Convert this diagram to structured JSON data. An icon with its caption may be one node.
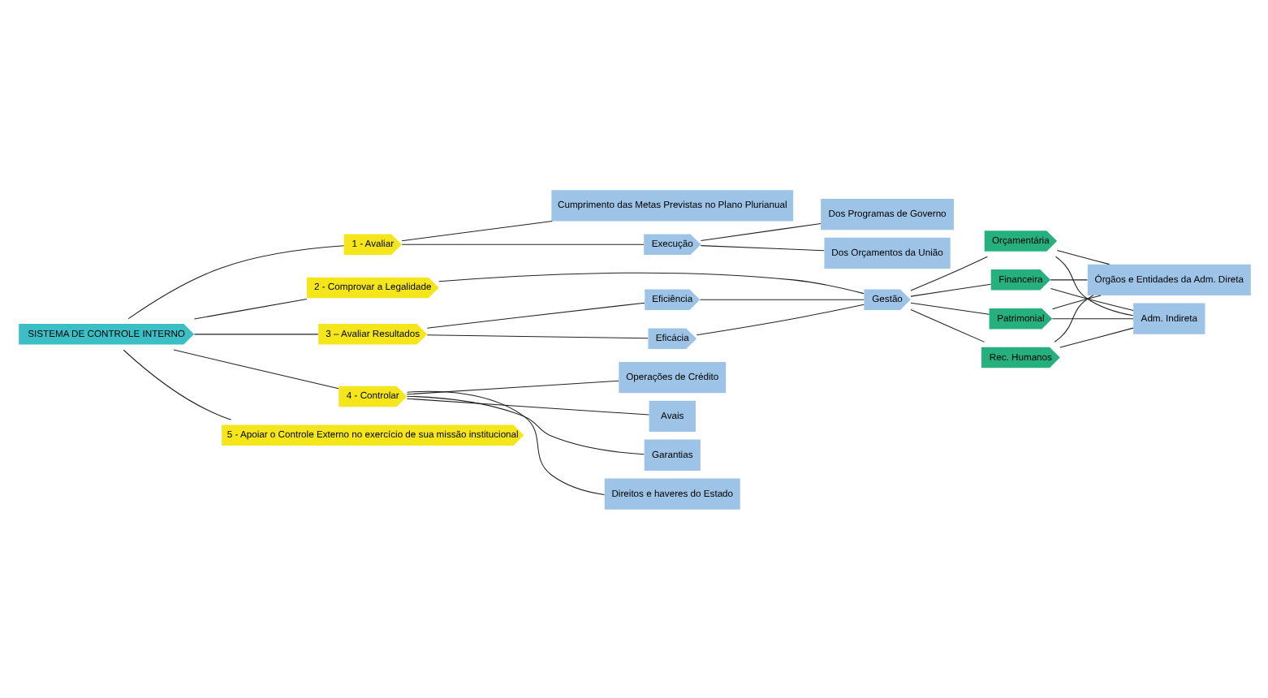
{
  "diagram": {
    "nodes": [
      {
        "text": [
          "SISTEMA DE CONTROLE INTERNO"
        ]
      },
      {
        "text": [
          "1 - Avaliar"
        ]
      },
      {
        "text": [
          "Cumprimento das Metas Previstas no Plano Plurianual"
        ]
      },
      {
        "text": [
          "Execução"
        ]
      },
      {
        "text": [
          "Dos Programas de Governo"
        ]
      },
      {
        "text": [
          "Dos Orçamentos da União"
        ]
      },
      {
        "text": [
          "2 - Comprovar a Legalidade"
        ]
      },
      {
        "text": [
          "3 – Avaliar Resultados"
        ]
      },
      {
        "text": [
          "Eficiência"
        ]
      },
      {
        "text": [
          "Eficácia"
        ]
      },
      {
        "text": [
          "Gestão"
        ]
      },
      {
        "text": [
          "Orçamentária"
        ]
      },
      {
        "text": [
          "Financeira"
        ]
      },
      {
        "text": [
          "Patrimonial"
        ]
      },
      {
        "text": [
          "Rec. Humanos"
        ]
      },
      {
        "text": [
          "Órgãos e Entidades da Adm. Direta"
        ]
      },
      {
        "text": [
          "Adm. Indireta"
        ]
      },
      {
        "text": [
          "4 - Controlar"
        ]
      },
      {
        "text": [
          "Operações de Crédito"
        ]
      },
      {
        "text": [
          "Avais"
        ]
      },
      {
        "text": [
          "Garantias"
        ]
      },
      {
        "text": [
          "Direitos e haveres do Estado"
        ]
      },
      {
        "text": [
          "5 - Apoiar o Controle Externo no exercício de sua missão institucional"
        ]
      }
    ],
    "edges": [
      {
        "from": 0,
        "to": 1,
        "arrow": "none"
      },
      {
        "from": 0,
        "to": 6,
        "arrow": "none"
      },
      {
        "from": 0,
        "to": 7,
        "arrow": "none"
      },
      {
        "from": 0,
        "to": 17,
        "arrow": "none"
      },
      {
        "from": 0,
        "to": 22,
        "arrow": "none"
      },
      {
        "from": 1,
        "to": 2,
        "arrow": "none"
      },
      {
        "from": 1,
        "to": 3,
        "arrow": "none"
      },
      {
        "from": 3,
        "to": 4,
        "arrow": "none"
      },
      {
        "from": 3,
        "to": 5,
        "arrow": "none"
      },
      {
        "from": 7,
        "to": 8,
        "arrow": "none"
      },
      {
        "from": 7,
        "to": 9,
        "arrow": "none"
      },
      {
        "from": 6,
        "to": 10,
        "arrow": "none"
      },
      {
        "from": 8,
        "to": 10,
        "arrow": "none"
      },
      {
        "from": 9,
        "to": 10,
        "arrow": "none"
      },
      {
        "from": 10,
        "to": 11,
        "arrow": "none"
      },
      {
        "from": 10,
        "to": 12,
        "arrow": "none"
      },
      {
        "from": 10,
        "to": 13,
        "arrow": "none"
      },
      {
        "from": 10,
        "to": 14,
        "arrow": "none"
      },
      {
        "from": 11,
        "to": 15,
        "arrow": "none"
      },
      {
        "from": 11,
        "to": 16,
        "arrow": "none"
      },
      {
        "from": 12,
        "to": 15,
        "arrow": "none"
      },
      {
        "from": 12,
        "to": 16,
        "arrow": "none"
      },
      {
        "from": 13,
        "to": 15,
        "arrow": "none"
      },
      {
        "from": 13,
        "to": 16,
        "arrow": "none"
      },
      {
        "from": 14,
        "to": 15,
        "arrow": "none"
      },
      {
        "from": 14,
        "to": 16,
        "arrow": "none"
      },
      {
        "from": 17,
        "to": 18,
        "arrow": "none"
      },
      {
        "from": 17,
        "to": 19,
        "arrow": "none"
      },
      {
        "from": 17,
        "to": 20,
        "arrow": "none"
      },
      {
        "from": 17,
        "to": 21,
        "arrow": "none"
      }
    ]
  }
}
